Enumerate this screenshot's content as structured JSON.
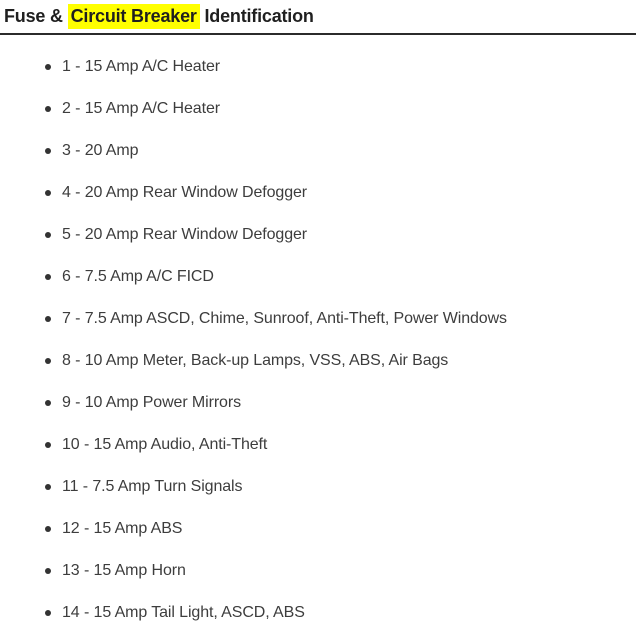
{
  "page": {
    "title": {
      "prefix": "Fuse & ",
      "highlight": "Circuit Breaker",
      "suffix": " Identification"
    }
  },
  "colors": {
    "highlight": "#ffff00",
    "heading_text": "#1f1f1f",
    "body_text": "#3d3d3d",
    "rule": "#2b2b2b"
  },
  "fuse_list": {
    "items": [
      "1 - 15 Amp A/C Heater",
      "2 - 15 Amp A/C Heater",
      "3 - 20 Amp",
      "4 - 20 Amp Rear Window Defogger",
      "5 - 20 Amp Rear Window Defogger",
      "6 - 7.5 Amp A/C FICD",
      "7 - 7.5 Amp ASCD, Chime, Sunroof, Anti-Theft, Power Windows",
      "8 - 10 Amp Meter, Back-up Lamps, VSS, ABS, Air Bags",
      "9 - 10 Amp Power Mirrors",
      "10 - 15 Amp Audio, Anti-Theft",
      "11 - 7.5 Amp Turn Signals",
      "12 - 15 Amp ABS",
      "13 - 15 Amp Horn",
      "14 - 15 Amp Tail Light, ASCD, ABS"
    ]
  }
}
